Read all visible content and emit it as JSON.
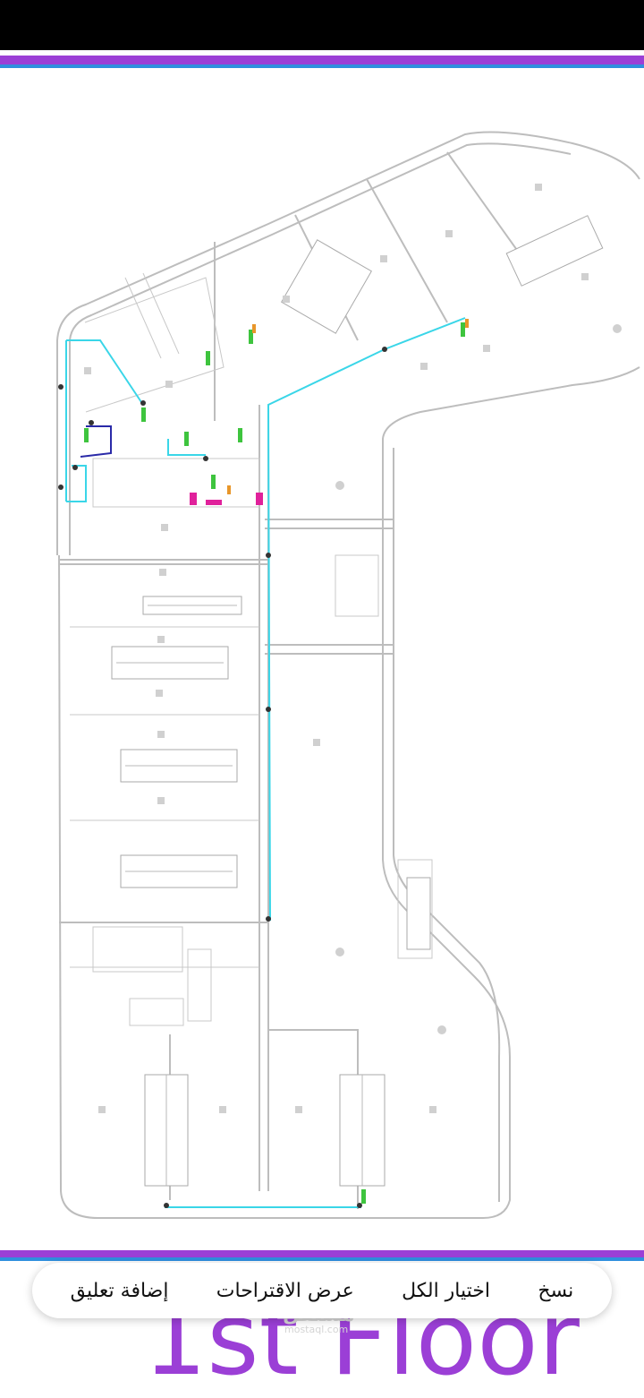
{
  "context_menu": {
    "items": [
      {
        "id": "copy",
        "label": "نسخ"
      },
      {
        "id": "select_all",
        "label": "اختيار الكل"
      },
      {
        "id": "show_suggestions",
        "label": "عرض الاقتراحات"
      },
      {
        "id": "add_comment",
        "label": "إضافة تعليق"
      }
    ]
  },
  "document": {
    "title_partial": "1st Floor"
  },
  "watermark": {
    "brand": "مستقل",
    "url": "mostaql.com"
  },
  "colors": {
    "accent_purple": "#9b3fd6",
    "accent_blue": "#2f8fde",
    "route_cyan": "#3ad6e8",
    "route_navy": "#2a2aa8"
  }
}
